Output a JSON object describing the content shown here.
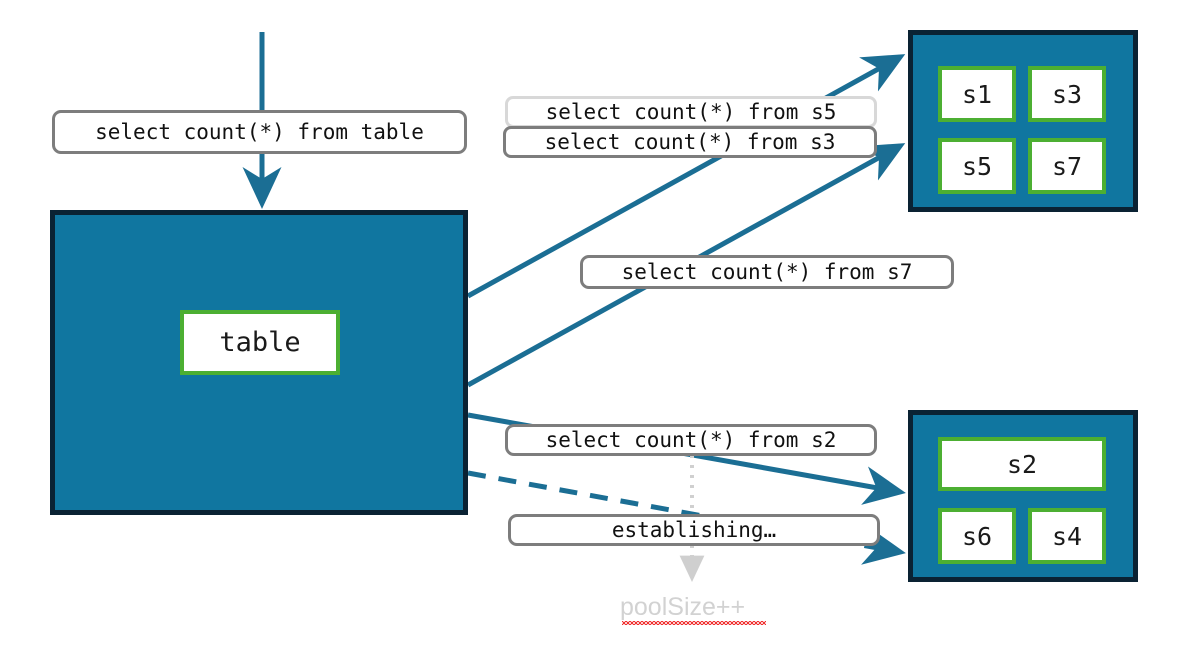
{
  "diagram": {
    "title": "sharded table query fan-out",
    "colors": {
      "node_fill": "#1076A0",
      "node_border": "#0A2233",
      "shard_border": "#4CAF32",
      "shard_fill": "#ffffff",
      "edge": "#1B6E94",
      "label_border": "#7D7D7D",
      "label_border_muted": "#D8D8D8",
      "dotted_guide": "#D0D0D0",
      "annotation_text": "#D2D2D2",
      "spellcheck_underline": "#F03030"
    }
  },
  "labels": {
    "query_table": "select count(*) from table",
    "query_s5": "select count(*) from s5",
    "query_s3": "select count(*) from s3",
    "query_s7": "select count(*) from s7",
    "query_s2": "select count(*) from s2",
    "establishing": "establishing…",
    "poolsize": "poolSize++"
  },
  "nodes": {
    "source": {
      "name": "table-node",
      "shards": [
        {
          "id": "table",
          "label": "table"
        }
      ]
    },
    "shard_group_top": {
      "name": "shard-group-top",
      "shards": [
        {
          "id": "s1",
          "label": "s1"
        },
        {
          "id": "s3",
          "label": "s3"
        },
        {
          "id": "s5",
          "label": "s5"
        },
        {
          "id": "s7",
          "label": "s7"
        }
      ]
    },
    "shard_group_bottom": {
      "name": "shard-group-bottom",
      "shards": [
        {
          "id": "s2",
          "label": "s2"
        },
        {
          "id": "s6",
          "label": "s6"
        },
        {
          "id": "s4",
          "label": "s4"
        }
      ]
    }
  },
  "edges": [
    {
      "from": "query_table",
      "to": "table-node",
      "style": "solid",
      "arrow": true
    },
    {
      "from": "table-node",
      "to": "shard-group-top",
      "style": "solid",
      "arrow": true,
      "label": "query_s5"
    },
    {
      "from": "table-node",
      "to": "shard-group-top",
      "style": "solid",
      "arrow": true,
      "label": "query_s3"
    },
    {
      "from": "table-node",
      "to": "shard-group-bottom",
      "style": "solid",
      "arrow": true,
      "label": "query_s2"
    },
    {
      "from": "table-node",
      "to": "shard-group-bottom",
      "style": "dashed",
      "arrow": true,
      "label": "establishing"
    },
    {
      "from": "establishing",
      "to": "poolsize",
      "style": "dotted",
      "arrow": true
    }
  ]
}
